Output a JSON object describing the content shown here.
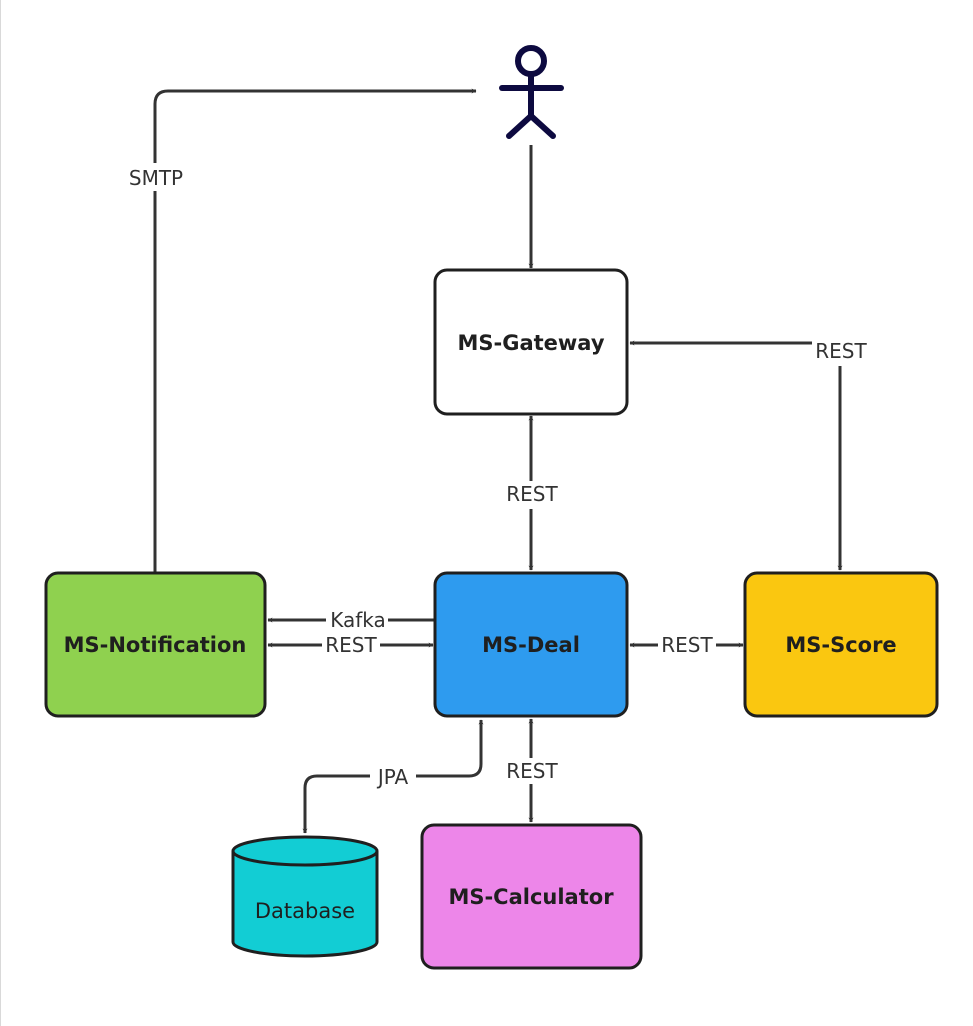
{
  "nodes": {
    "gateway": {
      "label": "MS-Gateway",
      "color": "#ffffff"
    },
    "deal": {
      "label": "MS-Deal",
      "color": "#2e9bef"
    },
    "notification": {
      "label": "MS-Notification",
      "color": "#8fd14f"
    },
    "score": {
      "label": "MS-Score",
      "color": "#fac710"
    },
    "calculator": {
      "label": "MS-Calculator",
      "color": "#ed86e9"
    },
    "database": {
      "label": "Database",
      "color": "#12cdd4"
    }
  },
  "actor": {
    "icon": "user-stick-figure-icon",
    "color": "#0d0a40"
  },
  "edges": {
    "notification_to_user": "SMTP",
    "score_to_gateway": "REST",
    "gateway_deal": "REST",
    "deal_to_notification": "Kafka",
    "notification_deal": "REST",
    "deal_score": "REST",
    "deal_database": "JPA",
    "deal_calculator": "REST"
  }
}
